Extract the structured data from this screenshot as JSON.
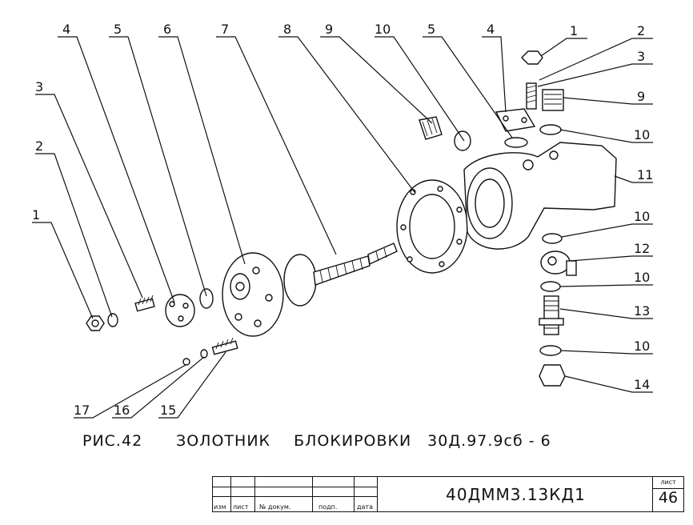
{
  "figure": {
    "label": "РИС.42",
    "name": "ЗОЛОТНИК",
    "kind": "БЛОКИРОВКИ",
    "designation": "30Д.97.9сб - 6"
  },
  "callouts": {
    "top": [
      "4",
      "5",
      "6",
      "7",
      "8",
      "9",
      "10",
      "5",
      "4",
      "1",
      "2",
      "3"
    ],
    "left": [
      "3",
      "2",
      "1"
    ],
    "right": [
      "9",
      "10",
      "11",
      "10",
      "12",
      "10",
      "13",
      "10",
      "14"
    ],
    "bottom": [
      "17",
      "16",
      "15"
    ]
  },
  "title_block": {
    "headers": [
      "изм",
      "лист",
      "№ докум.",
      "подп.",
      "дата"
    ],
    "document_code": "40ДММ3.13КД1",
    "sheet_label": "лист",
    "sheet_number": "46"
  }
}
